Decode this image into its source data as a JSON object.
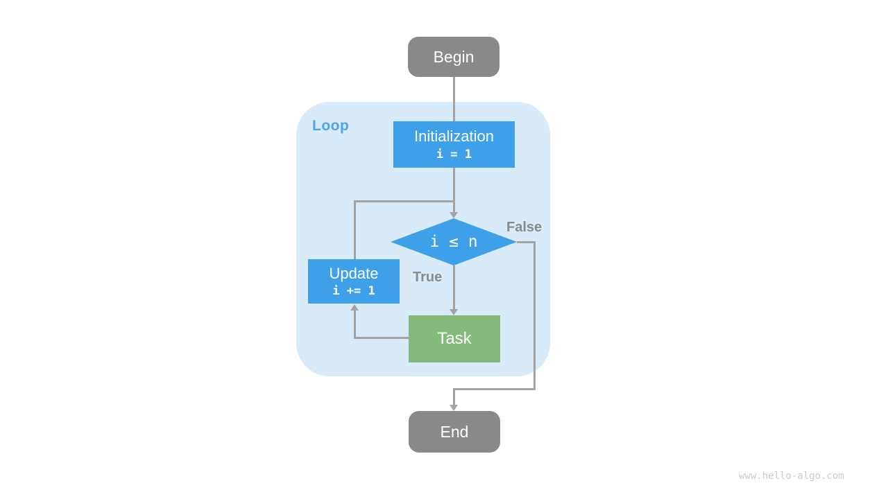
{
  "diagram": {
    "type": "flowchart",
    "loop_label": "Loop",
    "nodes": {
      "begin": {
        "label": "Begin"
      },
      "initialization": {
        "title": "Initialization",
        "code": "i = 1"
      },
      "condition": {
        "label": "i ≤ n"
      },
      "update": {
        "title": "Update",
        "code": "i += 1"
      },
      "task": {
        "label": "Task"
      },
      "end": {
        "label": "End"
      }
    },
    "branches": {
      "true_label": "True",
      "false_label": "False"
    },
    "edges": [
      "begin -> initialization",
      "initialization -> condition",
      "condition -true-> task",
      "task -> update",
      "update -> condition (merge above diamond)",
      "condition -false-> end"
    ],
    "colors": {
      "terminal_gray": "#898989",
      "process_blue": "#3EA0E9",
      "process_green": "#85BA7D",
      "loop_background": "#D9EAF8",
      "loop_label_blue": "#4BA3E8",
      "edge_gray": "#A3A3A3",
      "branch_label_gray": "#8A8A8A",
      "node_text": "#ffffff"
    }
  },
  "watermark": "www.hello-algo.com"
}
